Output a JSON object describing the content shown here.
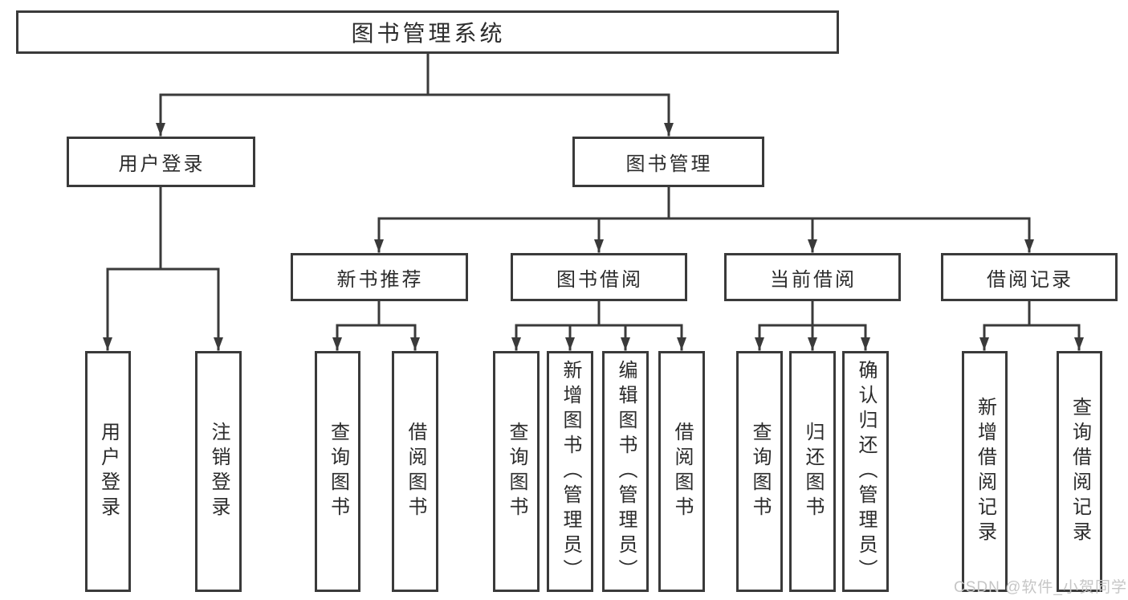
{
  "diagram": {
    "type": "org-tree",
    "colors": {
      "line": "#3a3a3a",
      "border": "#3a3a3a",
      "text": "#2b2b2b",
      "background": "#ffffff",
      "watermark": "#c6c6c6"
    },
    "watermark": "CSDN @软件_小贺同学",
    "tree": {
      "label": "图书管理系统",
      "children": [
        {
          "label": "用户登录",
          "children": [
            {
              "label": "用户登录"
            },
            {
              "label": "注销登录"
            }
          ]
        },
        {
          "label": "图书管理",
          "children": [
            {
              "label": "新书推荐",
              "children": [
                {
                  "label": "查询图书"
                },
                {
                  "label": "借阅图书"
                }
              ]
            },
            {
              "label": "图书借阅",
              "children": [
                {
                  "label": "查询图书"
                },
                {
                  "label": "新增图书（管理员）"
                },
                {
                  "label": "编辑图书（管理员）"
                },
                {
                  "label": "借阅图书"
                }
              ]
            },
            {
              "label": "当前借阅",
              "children": [
                {
                  "label": "查询图书"
                },
                {
                  "label": "归还图书"
                },
                {
                  "label": "确认归还（管理员）"
                }
              ]
            },
            {
              "label": "借阅记录",
              "children": [
                {
                  "label": "新增借阅记录"
                },
                {
                  "label": "查询借阅记录"
                }
              ]
            }
          ]
        }
      ]
    }
  }
}
